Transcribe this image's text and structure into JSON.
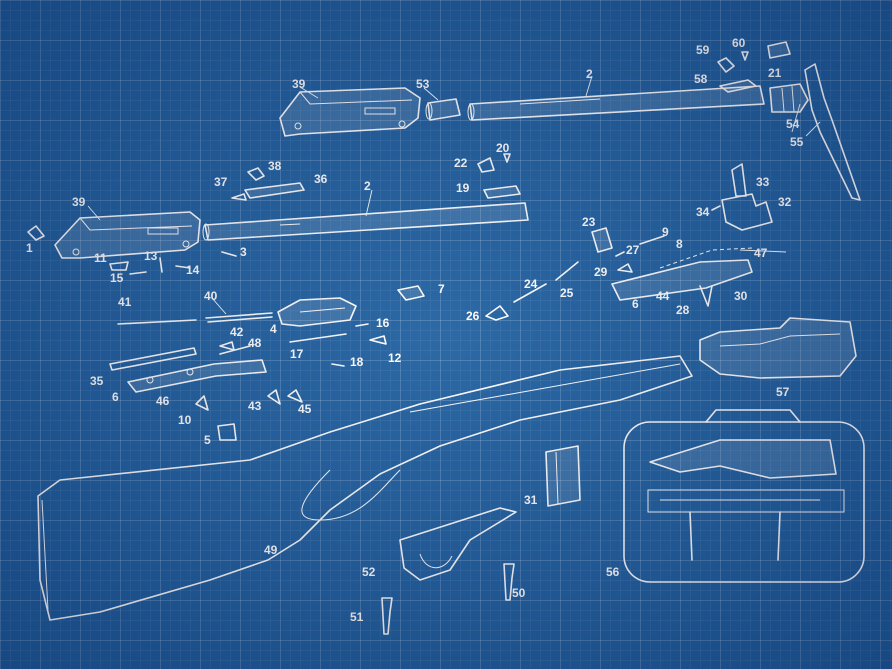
{
  "callouts": [
    "1",
    "2",
    "3",
    "4",
    "5",
    "6",
    "7",
    "8",
    "9",
    "10",
    "11",
    "12",
    "13",
    "14",
    "15",
    "16",
    "17",
    "18",
    "19",
    "20",
    "21",
    "22",
    "23",
    "24",
    "25",
    "26",
    "27",
    "28",
    "29",
    "30",
    "31",
    "32",
    "33",
    "34",
    "35",
    "36",
    "37",
    "38",
    "39",
    "40",
    "41",
    "42",
    "43",
    "44",
    "45",
    "46",
    "47",
    "48",
    "49",
    "50",
    "51",
    "52",
    "53",
    "54",
    "55",
    "56",
    "57",
    "58",
    "59",
    "60"
  ],
  "labels": [
    {
      "id": "l1",
      "text": "1"
    },
    {
      "id": "l2a",
      "text": "2"
    },
    {
      "id": "l2b",
      "text": "2"
    },
    {
      "id": "l3",
      "text": "3"
    },
    {
      "id": "l4",
      "text": "4"
    },
    {
      "id": "l5",
      "text": "5"
    },
    {
      "id": "l6a",
      "text": "6"
    },
    {
      "id": "l6b",
      "text": "6"
    },
    {
      "id": "l7",
      "text": "7"
    },
    {
      "id": "l8",
      "text": "8"
    },
    {
      "id": "l9",
      "text": "9"
    },
    {
      "id": "l10",
      "text": "10"
    },
    {
      "id": "l11",
      "text": "11"
    },
    {
      "id": "l12",
      "text": "12"
    },
    {
      "id": "l13",
      "text": "13"
    },
    {
      "id": "l14",
      "text": "14"
    },
    {
      "id": "l15",
      "text": "15"
    },
    {
      "id": "l16",
      "text": "16"
    },
    {
      "id": "l17",
      "text": "17"
    },
    {
      "id": "l18",
      "text": "18"
    },
    {
      "id": "l19",
      "text": "19"
    },
    {
      "id": "l20",
      "text": "20"
    },
    {
      "id": "l21",
      "text": "21"
    },
    {
      "id": "l22",
      "text": "22"
    },
    {
      "id": "l23",
      "text": "23"
    },
    {
      "id": "l24",
      "text": "24"
    },
    {
      "id": "l25",
      "text": "25"
    },
    {
      "id": "l26",
      "text": "26"
    },
    {
      "id": "l27",
      "text": "27"
    },
    {
      "id": "l28",
      "text": "28"
    },
    {
      "id": "l29",
      "text": "29"
    },
    {
      "id": "l30",
      "text": "30"
    },
    {
      "id": "l31",
      "text": "31"
    },
    {
      "id": "l32",
      "text": "32"
    },
    {
      "id": "l33",
      "text": "33"
    },
    {
      "id": "l34",
      "text": "34"
    },
    {
      "id": "l35",
      "text": "35"
    },
    {
      "id": "l36",
      "text": "36"
    },
    {
      "id": "l37",
      "text": "37"
    },
    {
      "id": "l38",
      "text": "38"
    },
    {
      "id": "l39a",
      "text": "39"
    },
    {
      "id": "l39b",
      "text": "39"
    },
    {
      "id": "l40",
      "text": "40"
    },
    {
      "id": "l41",
      "text": "41"
    },
    {
      "id": "l42",
      "text": "42"
    },
    {
      "id": "l43",
      "text": "43"
    },
    {
      "id": "l44",
      "text": "44"
    },
    {
      "id": "l45",
      "text": "45"
    },
    {
      "id": "l46",
      "text": "46"
    },
    {
      "id": "l47",
      "text": "47"
    },
    {
      "id": "l48",
      "text": "48"
    },
    {
      "id": "l49",
      "text": "49"
    },
    {
      "id": "l50",
      "text": "50"
    },
    {
      "id": "l51",
      "text": "51"
    },
    {
      "id": "l52",
      "text": "52"
    },
    {
      "id": "l53",
      "text": "53"
    },
    {
      "id": "l54",
      "text": "54"
    },
    {
      "id": "l55",
      "text": "55"
    },
    {
      "id": "l56",
      "text": "56"
    },
    {
      "id": "l57",
      "text": "57"
    },
    {
      "id": "l58",
      "text": "58"
    },
    {
      "id": "l59",
      "text": "59"
    },
    {
      "id": "l60",
      "text": "60"
    }
  ],
  "colors": {
    "background": "#1f60a0",
    "line": "#ffffff"
  }
}
